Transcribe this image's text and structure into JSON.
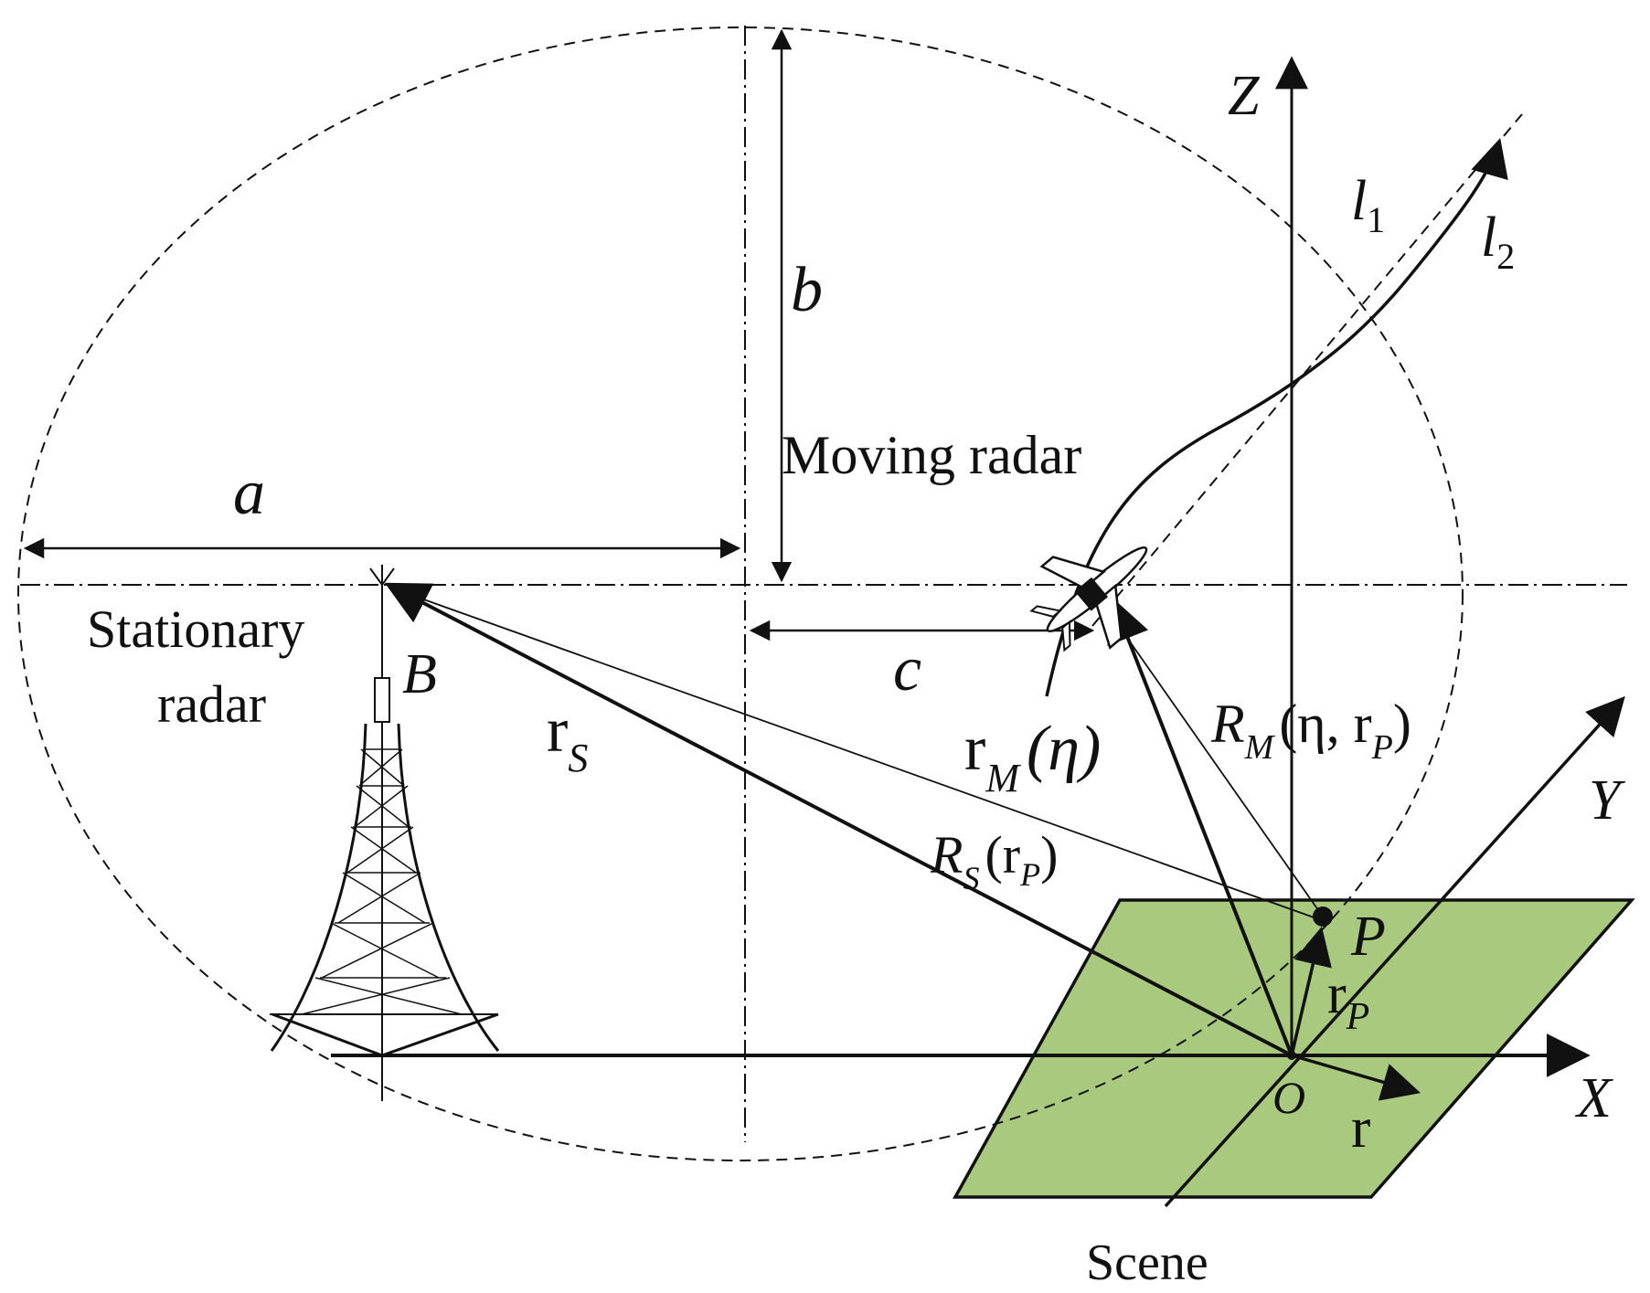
{
  "labels": {
    "a": "a",
    "b": "b",
    "c": "c",
    "moving_radar": "Moving radar",
    "stationary_radar_line1": "Stationary",
    "stationary_radar_line2": "radar",
    "B": "B",
    "Z": "Z",
    "Y": "Y",
    "X": "X",
    "O": "O",
    "P": "P",
    "l1_base": "l",
    "l1_sub": "1",
    "l2_base": "l",
    "l2_sub": "2",
    "rS_base": "r",
    "rS_sub": "S",
    "rM_base": "r",
    "rM_sub": "M",
    "rM_arg": "(η)",
    "RM_base": "R",
    "RM_sub": "M",
    "RM_args_open": "(η, r",
    "RM_args_sub": "P",
    "RM_args_close": ")",
    "RS_base": "R",
    "RS_sub": "S",
    "RS_args_open": "(r",
    "RS_args_sub": "P",
    "RS_args_close": ")",
    "rP_base": "r",
    "rP_sub": "P",
    "r": "r",
    "scene": "Scene"
  },
  "colors": {
    "scene_fill": "#a9c97f",
    "ink": "#111111"
  }
}
